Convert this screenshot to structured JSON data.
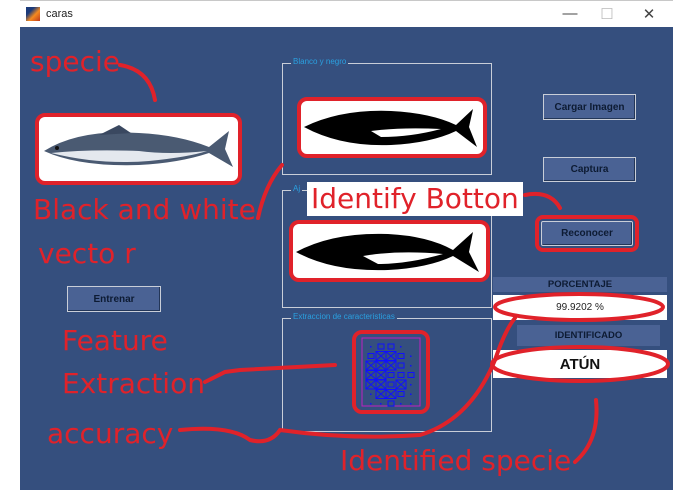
{
  "window": {
    "title": "caras",
    "minimize": "—",
    "maximize": "☐",
    "close": "✕"
  },
  "panels": {
    "bw": "Blanco y negro",
    "adjust": "Aj",
    "features": "Extraccion de caracteristicas"
  },
  "buttons": {
    "load": "Cargar Imagen",
    "capture": "Captura",
    "recognize": "Reconocer",
    "train": "Entrenar"
  },
  "results": {
    "percent_label": "PORCENTAJE",
    "percent_value": "99.9202 %",
    "identified_label": "IDENTIFICADO",
    "identified_value": "ATÚN"
  },
  "annotations": {
    "specie": "specie",
    "bw_line1": "Black and white",
    "bw_line2": "vecto r",
    "identify": "Identify Botton",
    "feature1": "Feature",
    "feature2": "Extraction",
    "accuracy": "accuracy",
    "identified": "Identified specie"
  },
  "colors": {
    "background": "#354f7e",
    "annotation": "#e0222a",
    "button": "#4a6294",
    "panel_title": "#2aa0e0"
  }
}
